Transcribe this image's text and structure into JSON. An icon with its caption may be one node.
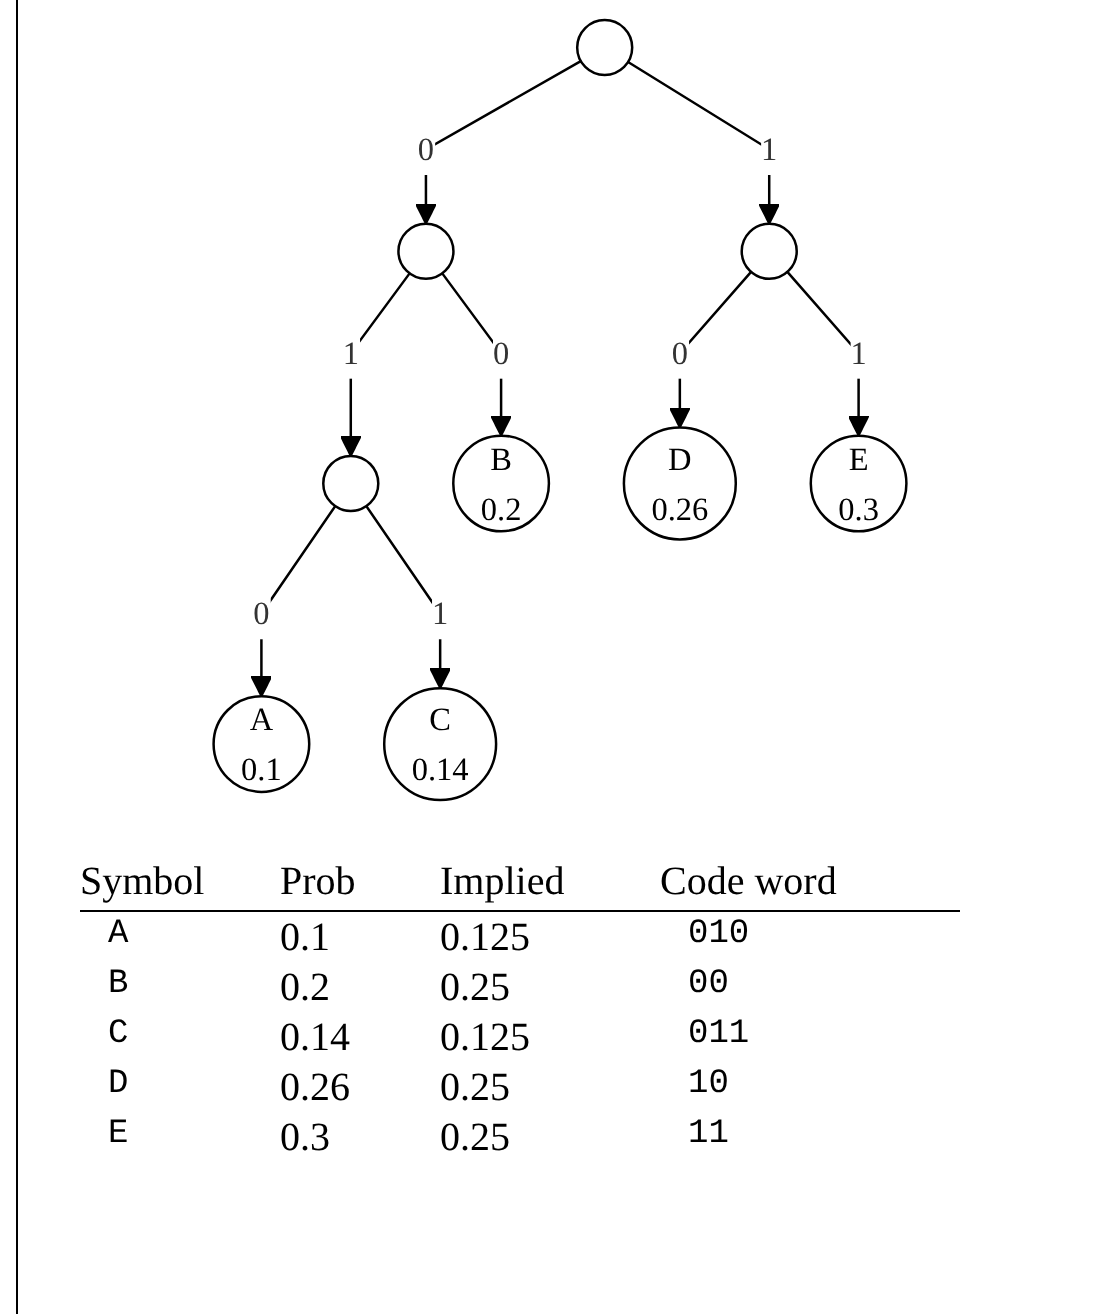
{
  "diagram": {
    "nodes": [
      {
        "text": [],
        "shape": "circle"
      },
      {
        "text": [],
        "shape": "circle"
      },
      {
        "text": [],
        "shape": "circle"
      },
      {
        "text": [],
        "shape": "circle"
      },
      {
        "text": [
          "B",
          "0.2"
        ]
      },
      {
        "text": [
          "A",
          "0.1"
        ]
      },
      {
        "text": [
          "C",
          "0.14"
        ]
      },
      {
        "text": [
          "D",
          "0.26"
        ]
      },
      {
        "text": [
          "E",
          "0.3"
        ]
      }
    ],
    "edges": [
      {
        "from": 0,
        "to": 1,
        "arrow": "to",
        "label": "0"
      },
      {
        "from": 0,
        "to": 3,
        "arrow": "to",
        "label": "1"
      },
      {
        "from": 1,
        "to": 4,
        "arrow": "to",
        "label": "0"
      },
      {
        "from": 1,
        "to": 2,
        "arrow": "to",
        "label": "1"
      },
      {
        "from": 2,
        "to": 5,
        "arrow": "to",
        "label": "0"
      },
      {
        "from": 2,
        "to": 6,
        "arrow": "to",
        "label": "1"
      },
      {
        "from": 3,
        "to": 7,
        "arrow": "to",
        "label": "0"
      },
      {
        "from": 3,
        "to": 8,
        "arrow": "to",
        "label": "1"
      }
    ],
    "labels": [
      "Symbol",
      "Prob",
      "Implied",
      "Code word",
      "A",
      "0.1",
      "0.125",
      "010",
      "B",
      "0.2",
      "0.25",
      "00",
      "C",
      "0.14",
      "0.125",
      "011",
      "D",
      "0.26",
      "0.25",
      "10",
      "E",
      "0.3",
      "0.25",
      "11"
    ]
  }
}
